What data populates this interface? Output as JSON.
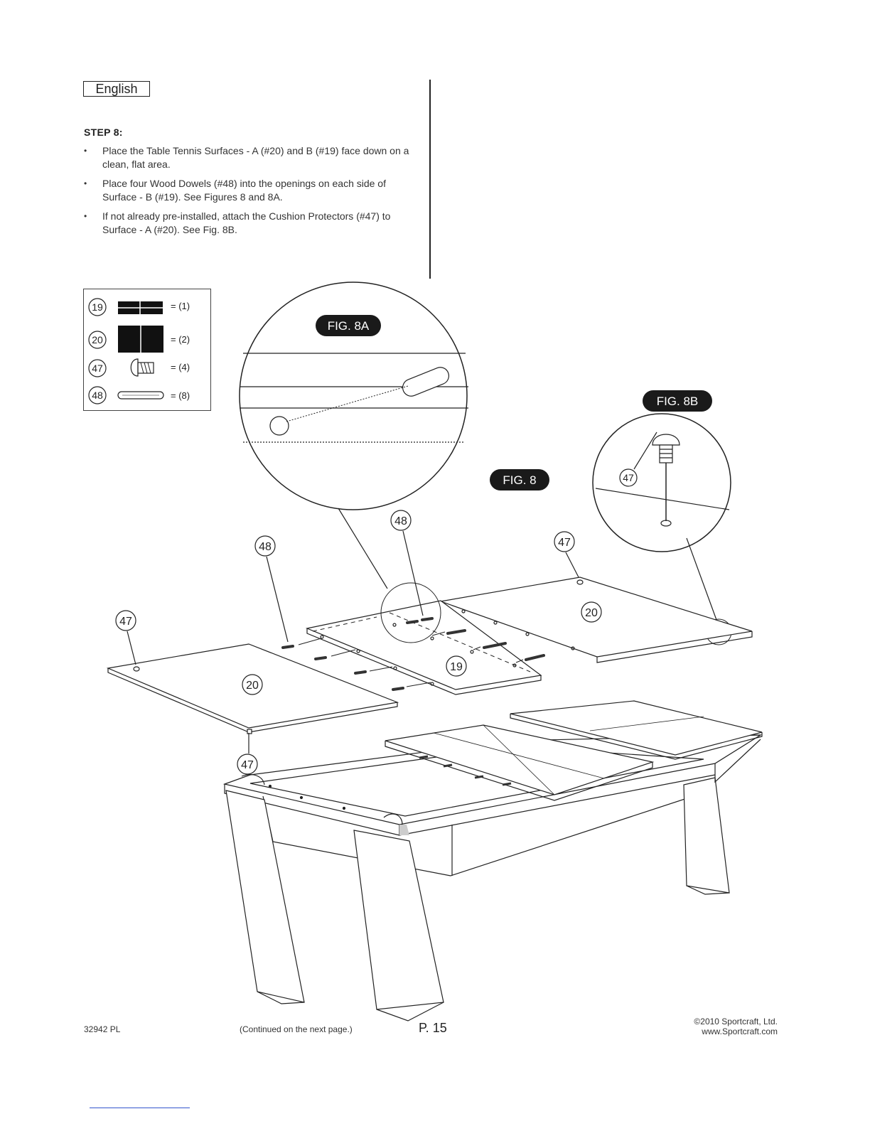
{
  "header": {
    "language": "English"
  },
  "step": {
    "title": "STEP 8:",
    "bullets": [
      "Place the Table Tennis Surfaces - A (#20) and B (#19) face down on a clean, flat area.",
      "Place four Wood Dowels (#48) into the openings on each side of Surface - B (#19). See Figures 8 and 8A.",
      "If not already pre-installed, attach the Cushion Protectors (#47) to Surface - A (#20). See Fig. 8B."
    ]
  },
  "parts": [
    {
      "number": "19",
      "qty": "= (1)"
    },
    {
      "number": "20",
      "qty": "= (2)"
    },
    {
      "number": "47",
      "qty": "= (4)"
    },
    {
      "number": "48",
      "qty": "= (8)"
    }
  ],
  "figures": {
    "fig8": "FIG. 8",
    "fig8a": "FIG. 8A",
    "fig8b": "FIG. 8B"
  },
  "callouts": {
    "c48_top": "48",
    "c48_left": "48",
    "c47_left": "47",
    "c47_right": "47",
    "c20_right": "20",
    "c20_left": "20",
    "c19": "19",
    "c47_bottom": "47",
    "c47_8b": "47"
  },
  "footer": {
    "code": "32942 PL",
    "continued": "(Continued on the next page.)",
    "page": "P. 15",
    "copyright": "©2010 Sportcraft, Ltd.",
    "website": "www.Sportcraft.com"
  }
}
